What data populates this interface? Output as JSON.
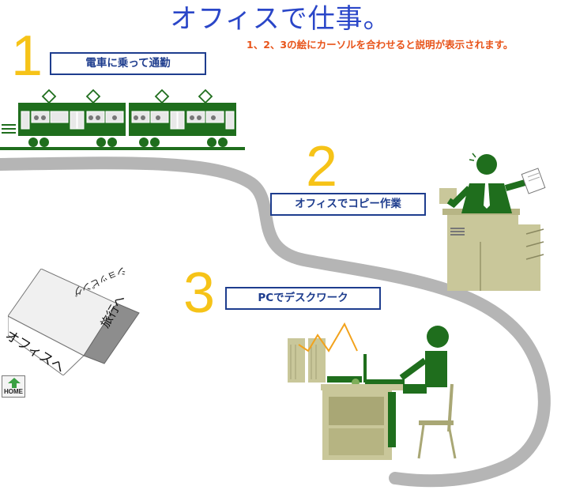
{
  "page": {
    "title": "オフィスで仕事。",
    "hint": "1、2、3の絵にカーソルを合わせると説明が表示されます。"
  },
  "steps": [
    {
      "number": "1",
      "label": "電車に乗って通勤"
    },
    {
      "number": "2",
      "label": "オフィスでコピー作業"
    },
    {
      "number": "3",
      "label": "PCでデスクワーク"
    }
  ],
  "cube": {
    "left_face": "オフィスへ",
    "right_face": "旅行へ",
    "top_face": "ショッピング"
  },
  "home": {
    "label": "HOME"
  },
  "colors": {
    "title": "#2a46c8",
    "hint": "#e8541a",
    "step_number": "#f6c318",
    "label_border": "#1e3d8e",
    "green": "#1f6e1d",
    "khaki": "#c9c79a",
    "road": "#a9a9a9"
  }
}
